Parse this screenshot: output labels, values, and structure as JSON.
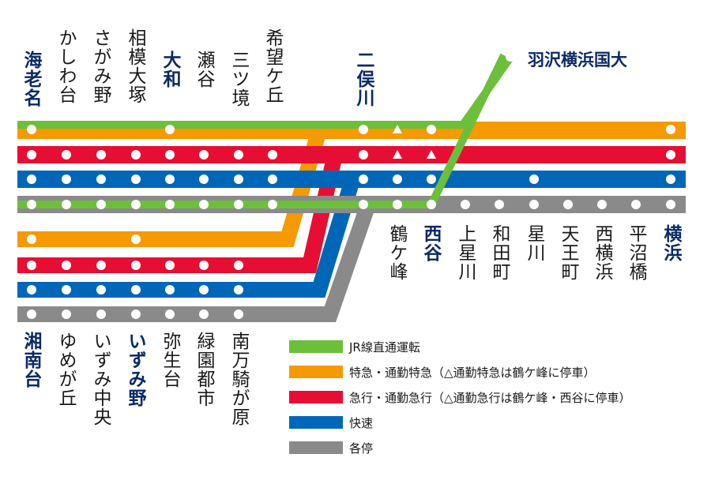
{
  "colors": {
    "jr": "#6cbf3a",
    "limited": "#f59a00",
    "express": "#e60f33",
    "rapid": "#0067b8",
    "local": "#8a8a8a"
  },
  "stations": {
    "ebina": "海老名",
    "kashiwadai": "かしわ台",
    "sagamino": "さがみ野",
    "sagamiotsuka": "相模大塚",
    "yamato": "大和",
    "segaya": "瀬谷",
    "mitsukyo": "三ツ境",
    "kibogaoka": "希望ケ丘",
    "futamatagawa": "二俣川",
    "hazawa": "羽沢横浜国大",
    "tsurugamine": "鶴ケ峰",
    "nishiya": "西谷",
    "kamihoshikawa": "上星川",
    "wadamachi": "和田町",
    "hoshikawa": "星川",
    "tennocho": "天王町",
    "nishiyokohama": "西横浜",
    "hiranumabashi": "平沼橋",
    "yokohama": "横浜",
    "shonandai": "湘南台",
    "yumegaoka": "ゆめが丘",
    "izumichuo": "いずみ中央",
    "izumino": "いずみ野",
    "yayoidai": "弥生台",
    "ryokuentoshi": "緑園都市",
    "minamimakigahara": "南万騎が原"
  },
  "legend": [
    {
      "label": "JR線直通運転",
      "color": "#6cbf3a"
    },
    {
      "label": "特急・通勤特急（△通勤特急は鶴ケ峰に停車）",
      "color": "#f59a00"
    },
    {
      "label": "急行・通勤急行（△通勤急行は鶴ケ峰・西谷に停車）",
      "color": "#e60f33"
    },
    {
      "label": "快速",
      "color": "#0067b8"
    },
    {
      "label": "各停",
      "color": "#8a8a8a"
    }
  ]
}
